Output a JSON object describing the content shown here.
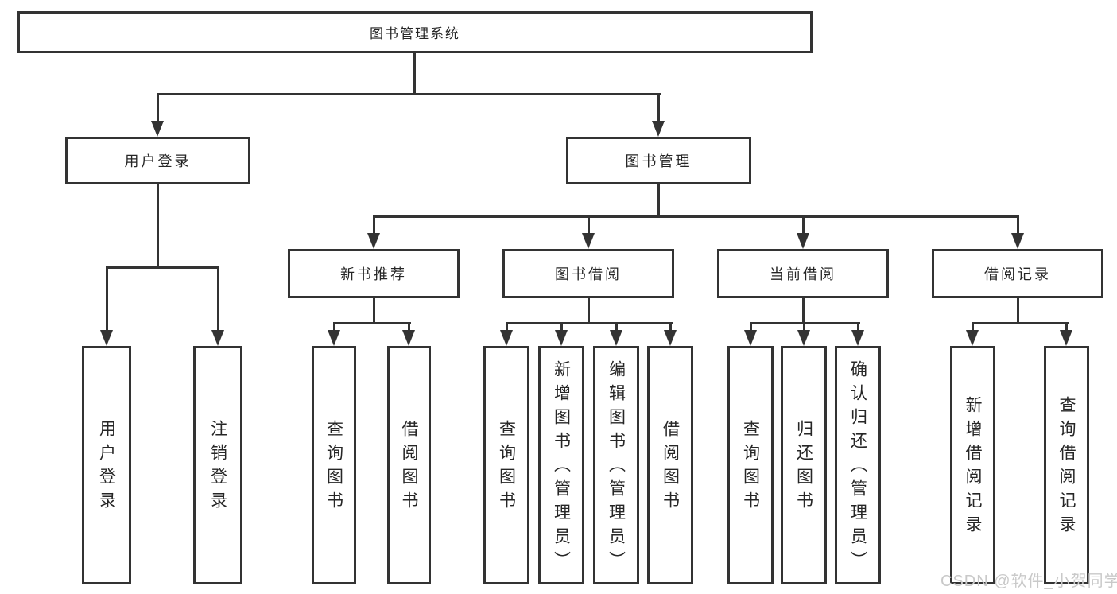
{
  "diagram": {
    "title": "图书管理系统",
    "root": "图书管理系统",
    "level2": {
      "user_login": "用户登录",
      "book_mgmt": "图书管理"
    },
    "level3": {
      "new_book_rec": "新书推荐",
      "book_borrow": "图书借阅",
      "current_borrow": "当前借阅",
      "borrow_record": "借阅记录"
    },
    "leaves": {
      "user_login": [
        "用户登录",
        "注销登录"
      ],
      "new_book_rec": [
        "查询图书",
        "借阅图书"
      ],
      "book_borrow": [
        "查询图书",
        "新增图书（管理员）",
        "编辑图书（管理员）",
        "借阅图书"
      ],
      "current_borrow": [
        "查询图书",
        "归还图书",
        "确认归还（管理员）"
      ],
      "borrow_record": [
        "新增借阅记录",
        "查询借阅记录"
      ]
    }
  },
  "watermark": {
    "text": "CSDN @软件_小贺同学"
  },
  "colors": {
    "line": "#333333",
    "box_border": "#333333",
    "text": "#262626",
    "watermark": "#c9c9c9",
    "background": "#ffffff"
  }
}
